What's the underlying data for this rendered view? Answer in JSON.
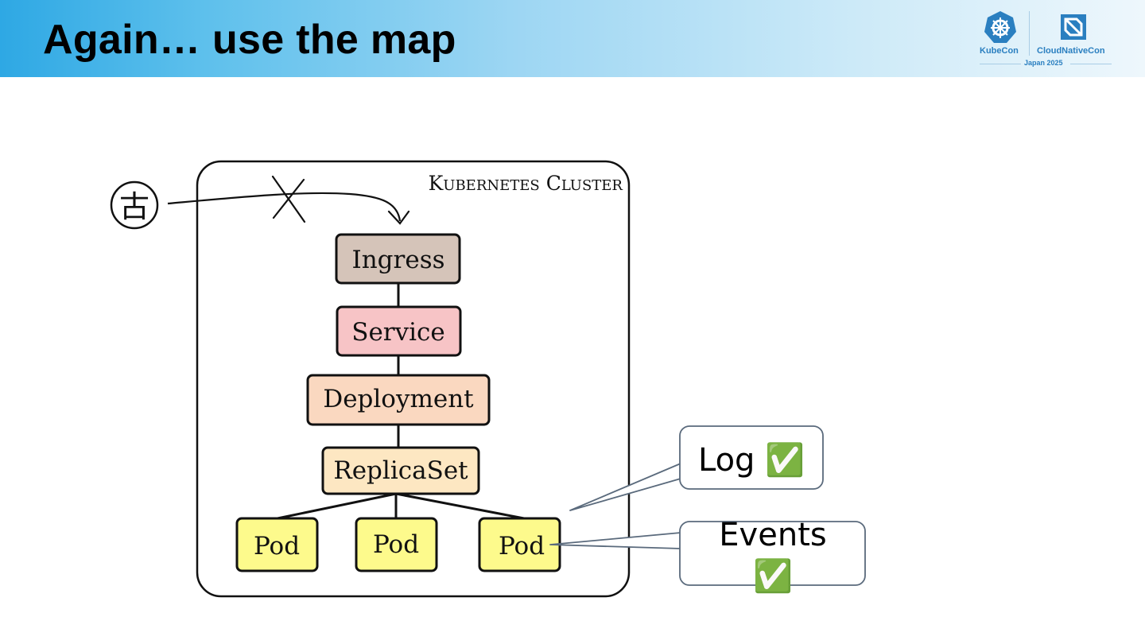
{
  "slide": {
    "title": "Again… use the map"
  },
  "logo": {
    "left_name": "KubeCon",
    "right_name": "CloudNativeCon",
    "event": "Japan 2025"
  },
  "cluster": {
    "label": "Kubernetes Cluster"
  },
  "user": {
    "glyph": "古"
  },
  "blocked_mark": "X",
  "nodes": {
    "ingress": "Ingress",
    "service": "Service",
    "deployment": "Deployment",
    "replicaset": "ReplicaSet",
    "pods": [
      "Pod",
      "Pod",
      "Pod"
    ]
  },
  "callouts": {
    "log": "Log ✅",
    "events_line1": "Events",
    "events_line2": "✅"
  },
  "colors": {
    "ingress": "#d5c4b9",
    "service": "#f7c4c6",
    "deployment": "#fad8c0",
    "replicaset": "#fde7c2",
    "pod": "#fdfa8c",
    "callout_border": "#5a6a7c",
    "check": "#5cb85c"
  }
}
